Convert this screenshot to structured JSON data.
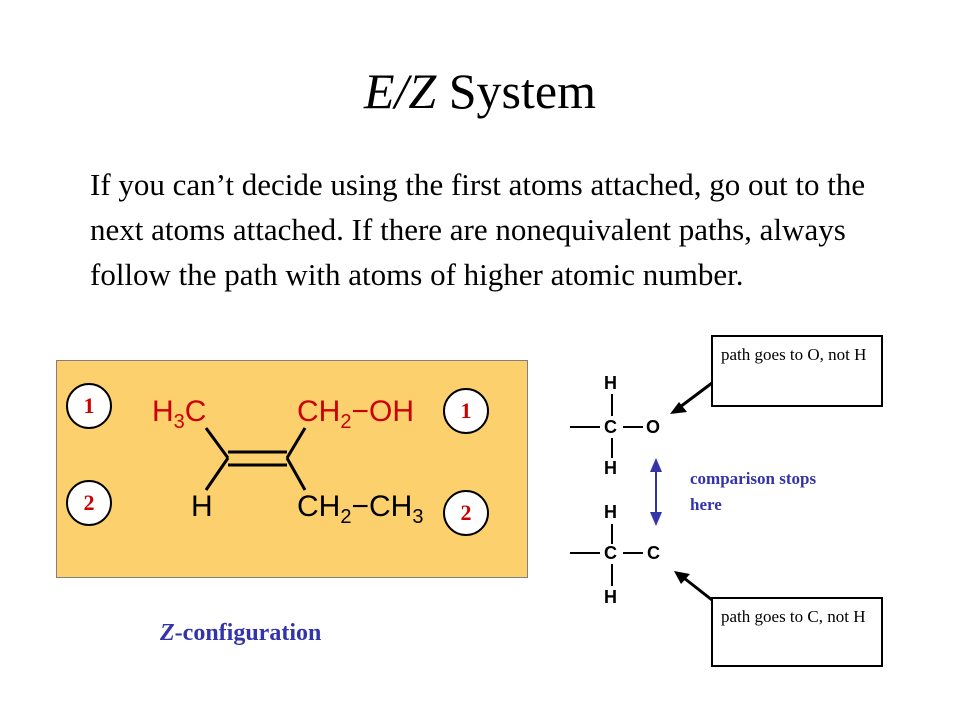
{
  "title": {
    "italic": "E/Z",
    "rest": " System"
  },
  "paragraph": "If you can’t decide using the first atoms attached, go out to the next atoms attached. If there are nonequivalent paths, always follow the path with atoms of higher atomic number.",
  "molecule": {
    "rank_left_top": "1",
    "rank_left_bottom": "2",
    "rank_right_top": "1",
    "rank_right_bottom": "2",
    "top_left_group": "H3C",
    "top_right_group": "CH2−OH",
    "bottom_left_group": "H",
    "bottom_right_group": "CH2−CH3"
  },
  "configuration": {
    "italic": "Z",
    "rest": "-configuration"
  },
  "fragment_top": {
    "h_top": "H",
    "c": "C",
    "neighbor": "O",
    "h_bottom": "H"
  },
  "fragment_bottom": {
    "h_top": "H",
    "c": "C",
    "neighbor": "C",
    "h_bottom": "H"
  },
  "callout_top": "path goes to O, not H",
  "callout_bottom": "path goes to C, not H",
  "comparison_note": "comparison stops here",
  "colors": {
    "panel": "#fcd06c",
    "rank_text": "#cc0000",
    "accent": "#3333aa"
  }
}
